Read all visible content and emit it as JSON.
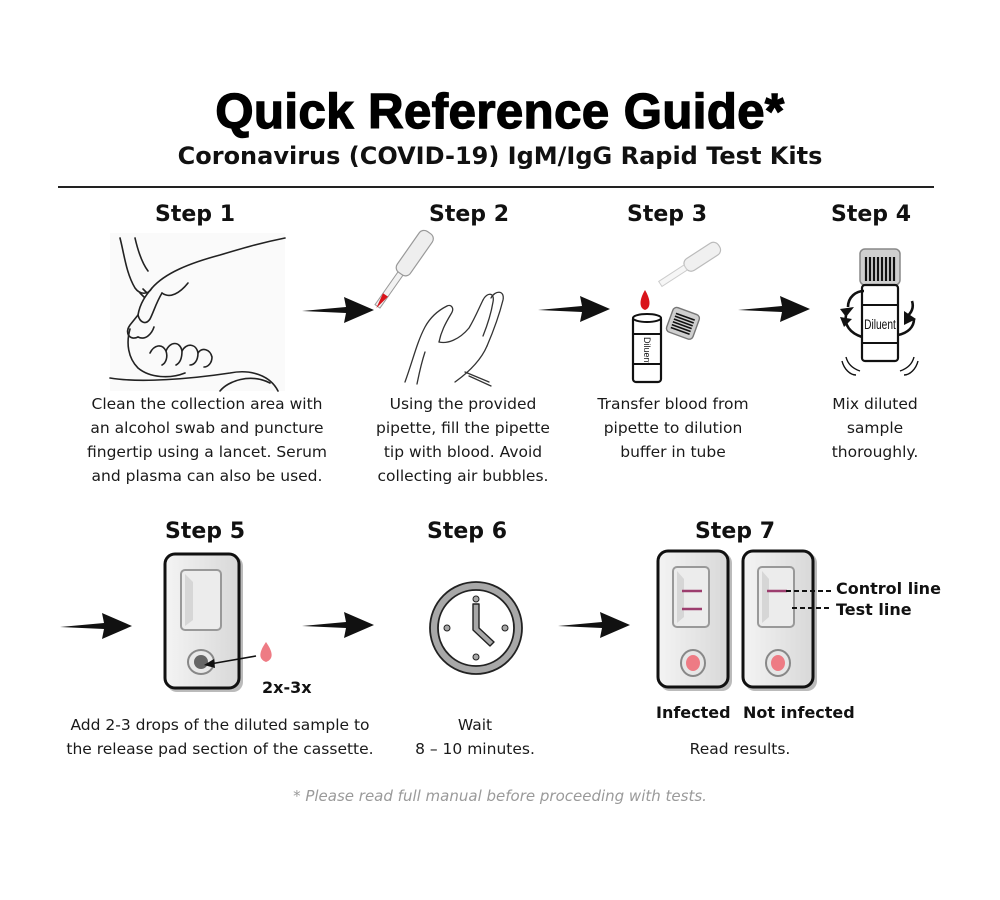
{
  "header": {
    "title": "Quick Reference Guide*",
    "subtitle": "Coronavirus (COVID-19) IgM/IgG Rapid Test Kits"
  },
  "steps": [
    {
      "heading": "Step 1",
      "description": "Clean the collection area with\nan alcohol swab and puncture\nfingertip using a lancet. Serum\nand plasma can also be used.",
      "illustration": "finger-lancet-icon"
    },
    {
      "heading": "Step 2",
      "description": "Using the provided\npipette, fill the pipette\ntip with blood. Avoid\ncollecting air bubbles.",
      "illustration": "pipette-hand-icon"
    },
    {
      "heading": "Step 3",
      "description": "Transfer blood from\npipette to dilution\nbuffer in tube",
      "illustration": "diluent-tube-icon",
      "tube_label": "Diluent"
    },
    {
      "heading": "Step 4",
      "description": "Mix diluted\nsample\nthoroughly.",
      "illustration": "mixing-tube-icon",
      "tube_label": "Diluent"
    },
    {
      "heading": "Step 5",
      "description": "Add 2-3 drops of the diluted sample to\nthe release pad section of the cassette.",
      "illustration": "test-cassette-icon",
      "drops_label": "2x-3x"
    },
    {
      "heading": "Step 6",
      "description": "Wait\n8 – 10 minutes.",
      "illustration": "clock-icon"
    },
    {
      "heading": "Step 7",
      "description": "Read results.",
      "illustration": "result-cassettes-icon",
      "results": [
        {
          "label": "Infected"
        },
        {
          "label": "Not infected"
        }
      ],
      "annotations": {
        "control_line": "Control line",
        "test_line": "Test line"
      }
    }
  ],
  "footnote": "* Please read full manual before proceeding with tests.",
  "colors": {
    "blood_red": "#d9141b",
    "sample_pink": "#ee7b84",
    "line_magenta": "#9c3d6e",
    "cassette_gray": "#cfcfcf",
    "footnote_gray": "#9a9a9a"
  }
}
